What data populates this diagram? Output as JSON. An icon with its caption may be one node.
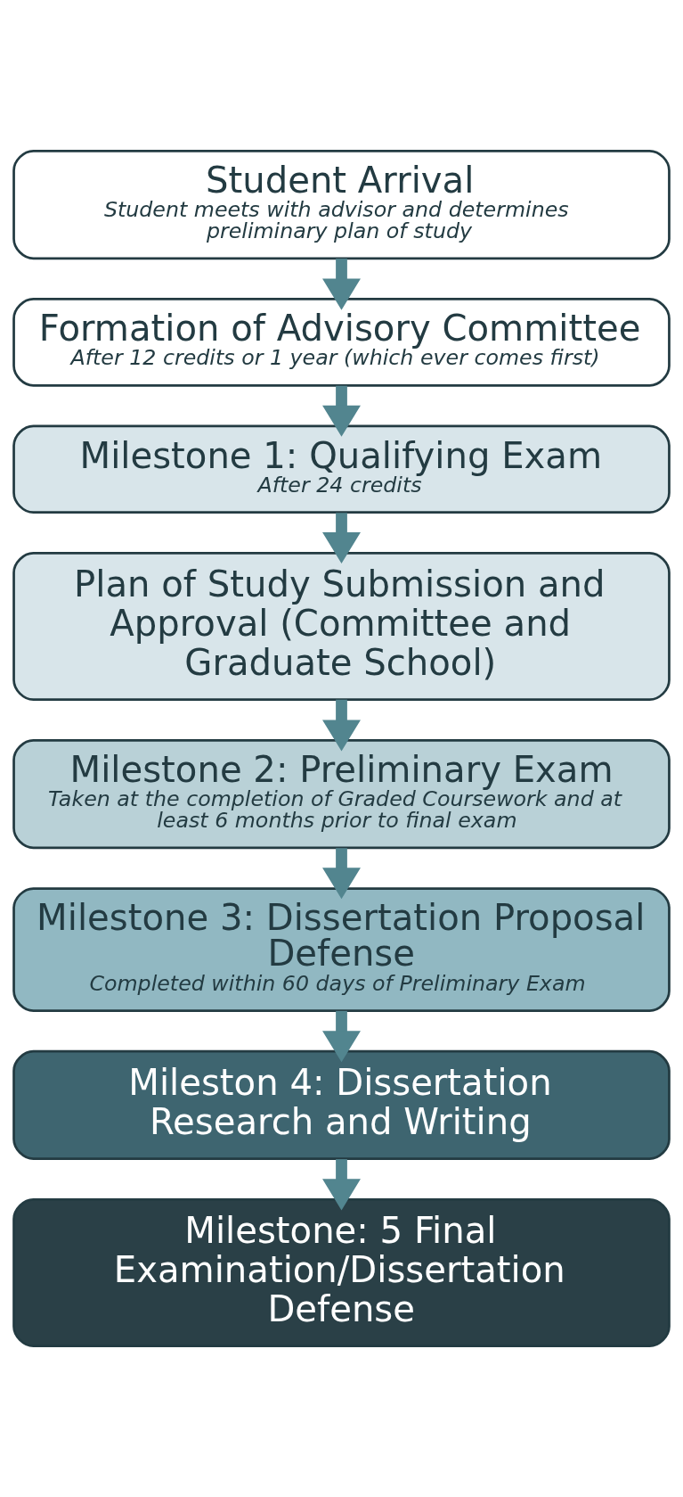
{
  "diagram": {
    "nodes": [
      {
        "text": [
          "Student Arrival",
          "Student meets with advisor and determines preliminary plan of study"
        ]
      },
      {
        "text": [
          "Formation of Advisory Committee",
          "After 12 credits or 1 year (which ever comes first)"
        ]
      },
      {
        "text": [
          "Milestone 1: Qualifying Exam",
          "After 24 credits"
        ]
      },
      {
        "text": [
          "Plan of Study Submission and Approval (Committee and Graduate School)"
        ]
      },
      {
        "text": [
          "Milestone 2: Preliminary Exam",
          "Taken at the completion of Graded Coursework and at least 6 months prior to final exam"
        ]
      },
      {
        "text": [
          "Milestone 3: Dissertation Proposal Defense",
          "Completed within 60 days of Preliminary Exam"
        ]
      },
      {
        "text": [
          "Mileston 4: Dissertation Research and Writing"
        ]
      },
      {
        "text": [
          "Milestone: 5 Final Examination/Dissertation Defense"
        ]
      }
    ],
    "edges": [
      {
        "from": 0,
        "to": 1,
        "arrow": "to"
      },
      {
        "from": 1,
        "to": 2,
        "arrow": "to"
      },
      {
        "from": 2,
        "to": 3,
        "arrow": "to"
      },
      {
        "from": 3,
        "to": 4,
        "arrow": "to"
      },
      {
        "from": 4,
        "to": 5,
        "arrow": "to"
      },
      {
        "from": 5,
        "to": 6,
        "arrow": "to"
      },
      {
        "from": 6,
        "to": 7,
        "arrow": "to"
      }
    ]
  }
}
